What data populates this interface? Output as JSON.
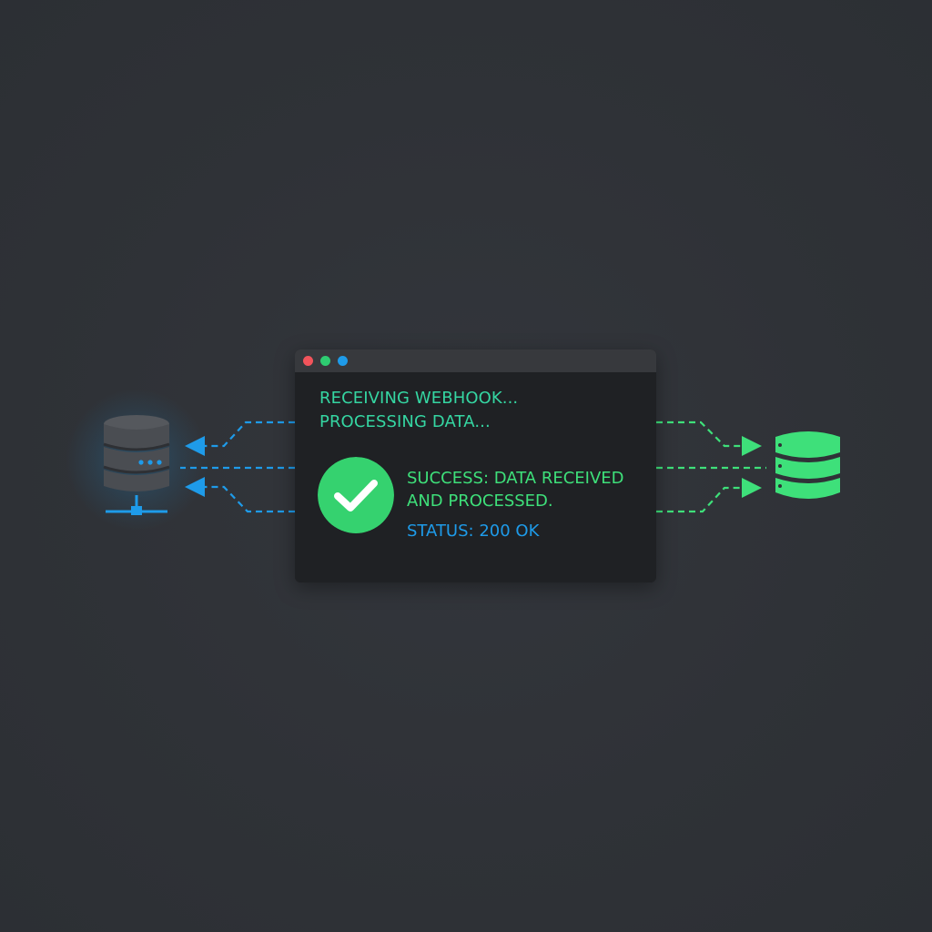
{
  "window": {
    "log_line_1": "RECEIVING WEBHOOK...",
    "log_line_2": "PROCESSING DATA...",
    "success_line_1": "SUCCESS: DATA RECEIVED",
    "success_line_2": "AND PROCESSED.",
    "status": "STATUS: 200 OK"
  },
  "colors": {
    "background": "#2f3237",
    "window_bg": "#1f2124",
    "titlebar": "#37393d",
    "dot_red": "#f2545b",
    "dot_green": "#2ecc71",
    "dot_blue": "#1e9be9",
    "log_text": "#35d6a2",
    "success_text": "#3ee07a",
    "status_text": "#1e9be9",
    "check_fill": "#35d26f",
    "source_accent": "#1e9be9",
    "destination_accent": "#3ee07a",
    "server_body": "#4a4d52"
  },
  "icons": {
    "source": "server-database-icon",
    "destination": "database-stack-icon",
    "success": "checkmark-circle-icon"
  }
}
